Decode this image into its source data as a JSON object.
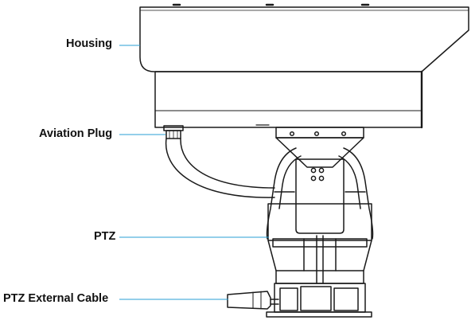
{
  "labels": {
    "housing": "Housing",
    "aviation_plug": "Aviation Plug",
    "ptz": "PTZ",
    "ptz_external_cable": "PTZ External Cable"
  },
  "colors": {
    "outline": "#1a1a1a",
    "leader": "#2a9fd6",
    "text": "#111111",
    "background": "#ffffff"
  }
}
